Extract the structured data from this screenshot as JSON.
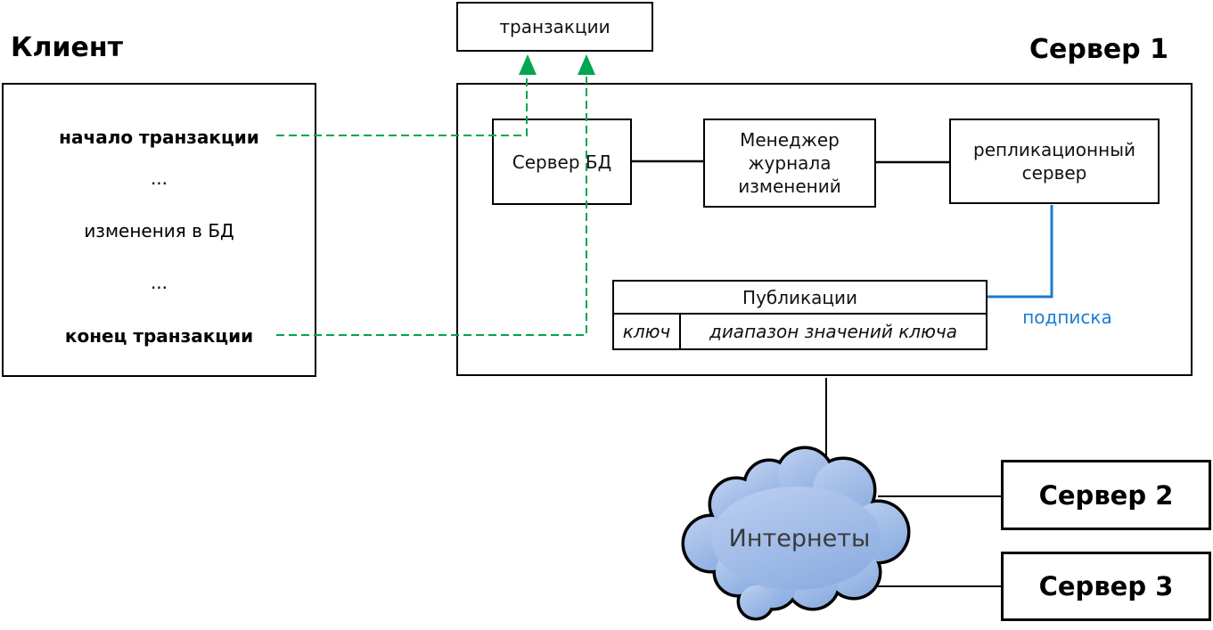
{
  "titles": {
    "client": "Клиент",
    "server1": "Сервер 1"
  },
  "client_steps": {
    "begin": "начало транзакции",
    "ellipsis1": "...",
    "changes": "изменения в БД",
    "ellipsis2": "...",
    "end": "конец транзакции"
  },
  "labels": {
    "transactions": "транзакции",
    "db_server": "Сервер БД",
    "log_manager_line1": "Менеджер",
    "log_manager_line2": "журнала",
    "log_manager_line3": "изменений",
    "replication_line1": "репликационный",
    "replication_line2": "сервер",
    "publications_title": "Публикации",
    "publications_key": "ключ",
    "publications_range": "диапазон значений ключа",
    "subscription": "подписка",
    "cloud": "Интернеты",
    "server2": "Сервер 2",
    "server3": "Сервер 3"
  },
  "colors": {
    "green": "#00a651",
    "blue": "#1b7cd0",
    "cloud_light": "#bdd0f0",
    "cloud_dark": "#8fafe2",
    "cloud_text": "#3a3a3a"
  }
}
